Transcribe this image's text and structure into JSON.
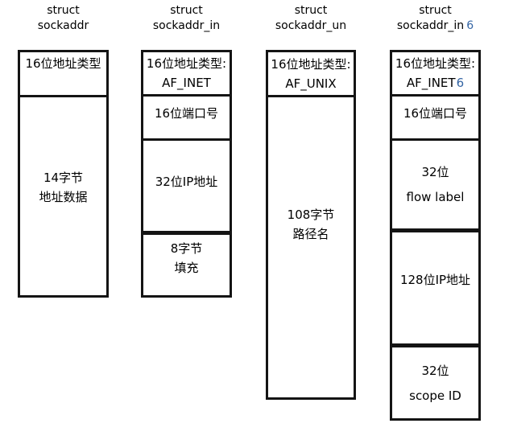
{
  "diagram": {
    "columns": [
      {
        "title_lines": [
          "struct",
          "sockaddr"
        ],
        "sections": [
          {
            "lines": [
              "16位地址类型"
            ]
          },
          {
            "lines": [
              "14字节",
              "地址数据"
            ]
          }
        ]
      },
      {
        "title_lines": [
          "struct",
          "sockaddr_in"
        ],
        "sections": [
          {
            "lines": [
              "16位地址类型:",
              "AF_INET"
            ]
          },
          {
            "lines": [
              "16位端口号"
            ]
          },
          {
            "lines": [
              "32位IP地址"
            ]
          },
          {
            "lines": [
              "8字节",
              "填充"
            ]
          }
        ]
      },
      {
        "title_lines": [
          "struct",
          "sockaddr_un"
        ],
        "sections": [
          {
            "lines": [
              "16位地址类型:",
              "AF_UNIX"
            ]
          },
          {
            "lines": [
              "108字节",
              "路径名"
            ]
          }
        ]
      },
      {
        "title_lines": [
          "struct",
          "sockaddr_in"
        ],
        "title_suffix": "6",
        "sections": [
          {
            "lines": [
              "16位地址类型:",
              "AF_INET"
            ],
            "suffix": "6"
          },
          {
            "lines": [
              "16位端口号"
            ]
          },
          {
            "lines": [
              "32位",
              "flow label"
            ]
          },
          {
            "lines": [
              "128位IP地址"
            ]
          },
          {
            "lines": [
              "32位",
              "scope ID"
            ]
          }
        ]
      }
    ],
    "colors": {
      "background": "#ffffff",
      "border": "#141414",
      "text": "#000000",
      "suffix_accent": "#3465a4"
    }
  }
}
